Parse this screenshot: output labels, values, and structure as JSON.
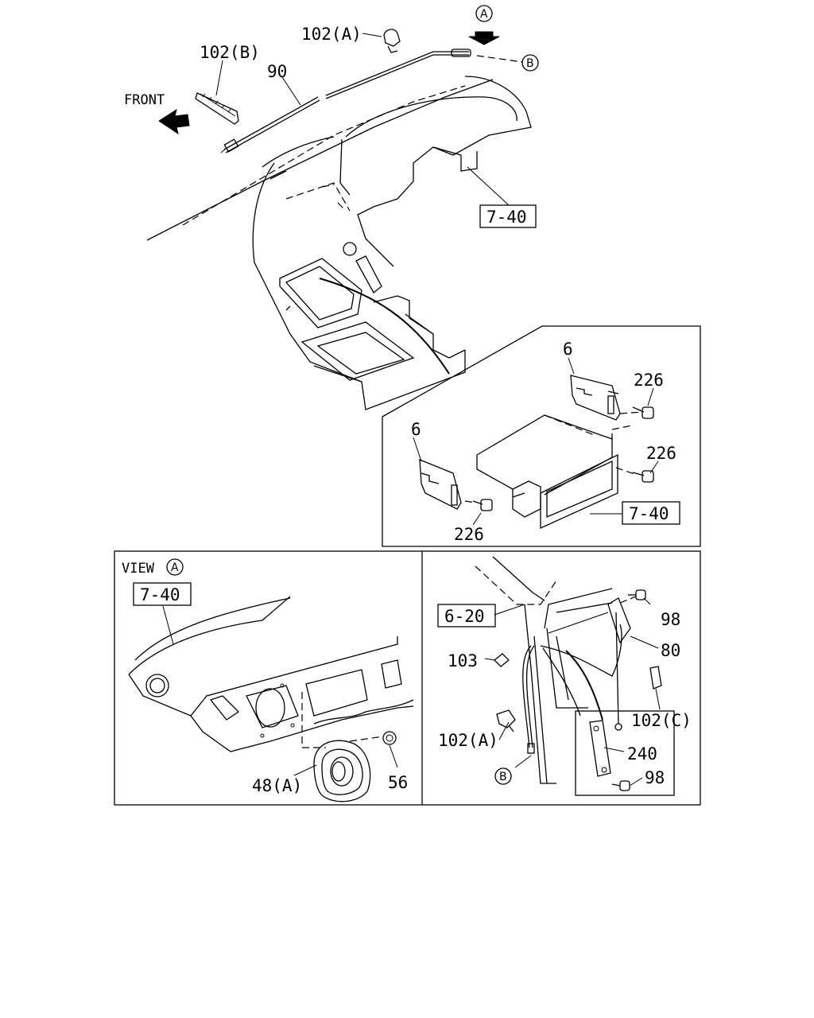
{
  "labels": {
    "callout_a": "A",
    "callout_b": "B",
    "part_102a_top": "102(A)",
    "part_102b": "102(B)",
    "part_90": "90",
    "front": "FRONT",
    "ref_7_40_top": "7-40",
    "part_6_upper": "6",
    "part_226_upper": "226",
    "part_6_lower": "6",
    "part_226_mid": "226",
    "ref_7_40_inset": "7-40",
    "part_226_lower": "226",
    "view_label": "VIEW",
    "ref_7_40_view": "7-40",
    "part_48a": "48(A)",
    "part_56": "56",
    "ref_6_20": "6-20",
    "part_98_upper": "98",
    "part_80": "80",
    "part_103": "103",
    "part_102c": "102(C)",
    "part_102a_lower": "102(A)",
    "part_240": "240",
    "part_98_lower": "98",
    "callout_b_lower": "B"
  }
}
